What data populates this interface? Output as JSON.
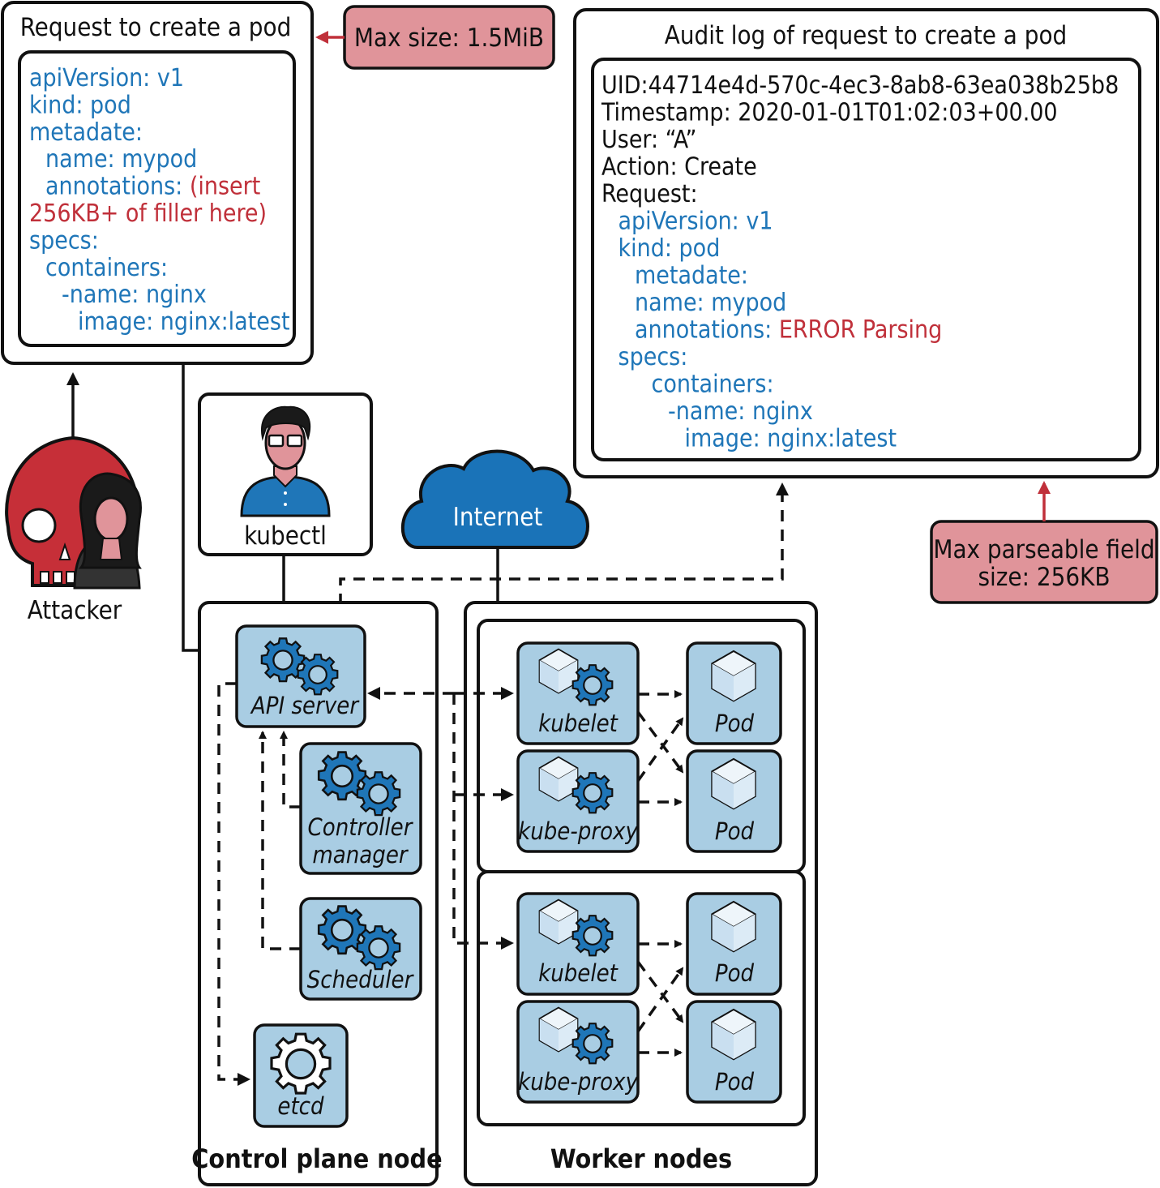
{
  "request_box": {
    "title": "Request to create a pod",
    "lines": [
      {
        "text": "apiVersion: v1",
        "color": "blue",
        "indent": 0
      },
      {
        "text": "kind: pod",
        "color": "blue",
        "indent": 0
      },
      {
        "text": "metadate:",
        "color": "blue",
        "indent": 0
      },
      {
        "text": "name: mypod",
        "color": "blue",
        "indent": 1
      },
      {
        "segments": [
          {
            "text": "annotations: ",
            "color": "blue"
          },
          {
            "text": "(insert",
            "color": "red"
          }
        ],
        "indent": 1
      },
      {
        "text": "256KB+ of filler here)",
        "color": "red",
        "indent": 0
      },
      {
        "text": "specs:",
        "color": "blue",
        "indent": 0
      },
      {
        "text": "containers:",
        "color": "blue",
        "indent": 1
      },
      {
        "text": "-name: nginx",
        "color": "blue",
        "indent": 2
      },
      {
        "text": "image: nginx:latest",
        "color": "blue",
        "indent": 3
      }
    ]
  },
  "max_size_note": "Max size: 1.5MiB",
  "audit_box": {
    "title": "Audit log of request to create a pod",
    "lines": [
      {
        "text": "UID:44714e4d-570c-4ec3-8ab8-63ea038b25b8",
        "color": "black",
        "indent": 0
      },
      {
        "text": "Timestamp: 2020-01-01T01:02:03+00.00",
        "color": "black",
        "indent": 0
      },
      {
        "text": "User: “A”",
        "color": "black",
        "indent": 0
      },
      {
        "text": "Action: Create",
        "color": "black",
        "indent": 0
      },
      {
        "text": "Request:",
        "color": "black",
        "indent": 0
      },
      {
        "text": "apiVersion: v1",
        "color": "blue",
        "indent": 1
      },
      {
        "text": "kind: pod",
        "color": "blue",
        "indent": 1
      },
      {
        "text": "metadate:",
        "color": "blue",
        "indent": 2
      },
      {
        "text": "name: mypod",
        "color": "blue",
        "indent": 2
      },
      {
        "segments": [
          {
            "text": "annotations: ",
            "color": "blue"
          },
          {
            "text": "ERROR Parsing",
            "color": "red"
          }
        ],
        "indent": 2
      },
      {
        "text": "specs:",
        "color": "blue",
        "indent": 1
      },
      {
        "text": "containers:",
        "color": "blue",
        "indent": 3
      },
      {
        "text": "-name: nginx",
        "color": "blue",
        "indent": 4
      },
      {
        "text": "image: nginx:latest",
        "color": "blue",
        "indent": 5
      }
    ]
  },
  "max_field_note": {
    "line1": "Max parseable field",
    "line2": "size: 256KB"
  },
  "attacker_label": "Attacker",
  "kubectl_label": "kubectl",
  "internet_label": "Internet",
  "control_plane": {
    "title": "Control plane node",
    "api_server": "API server",
    "controller_manager": {
      "line1": "Controller",
      "line2": "manager"
    },
    "scheduler": "Scheduler",
    "etcd": "etcd"
  },
  "worker_nodes": {
    "title": "Worker nodes",
    "kubelet": "kubelet",
    "kube_proxy": "kube-proxy",
    "pod": "Pod"
  },
  "colors": {
    "code_blue": "#1f76b8",
    "error_red": "#c0303a",
    "component_fill": "#a9cde3",
    "note_fill": "#e0949a",
    "skull_red": "#c62f38",
    "cloud_blue": "#1a73b8"
  }
}
